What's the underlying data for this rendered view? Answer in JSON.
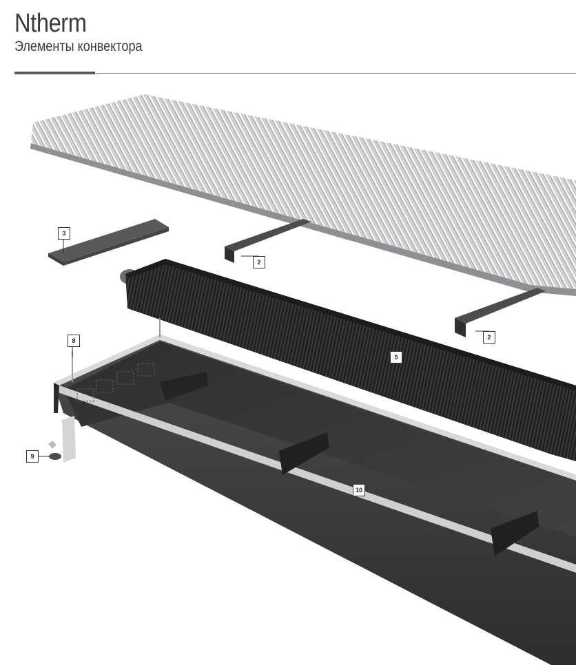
{
  "header": {
    "title": "Ntherm",
    "subtitle": "Элементы конвектора"
  },
  "callouts": [
    {
      "id": "c3",
      "label": "3"
    },
    {
      "id": "c2a",
      "label": "2"
    },
    {
      "id": "c2b",
      "label": "2"
    },
    {
      "id": "c8",
      "label": "8"
    },
    {
      "id": "c5",
      "label": "5"
    },
    {
      "id": "c9",
      "label": "9"
    },
    {
      "id": "c10",
      "label": "10"
    }
  ],
  "colors": {
    "grille": "#c9cacc",
    "grille_shadow": "#9fa1a4",
    "heat_exchanger": "#2a2b2d",
    "trough": "#3b3c3e",
    "trough_rim": "#d9dadc"
  }
}
